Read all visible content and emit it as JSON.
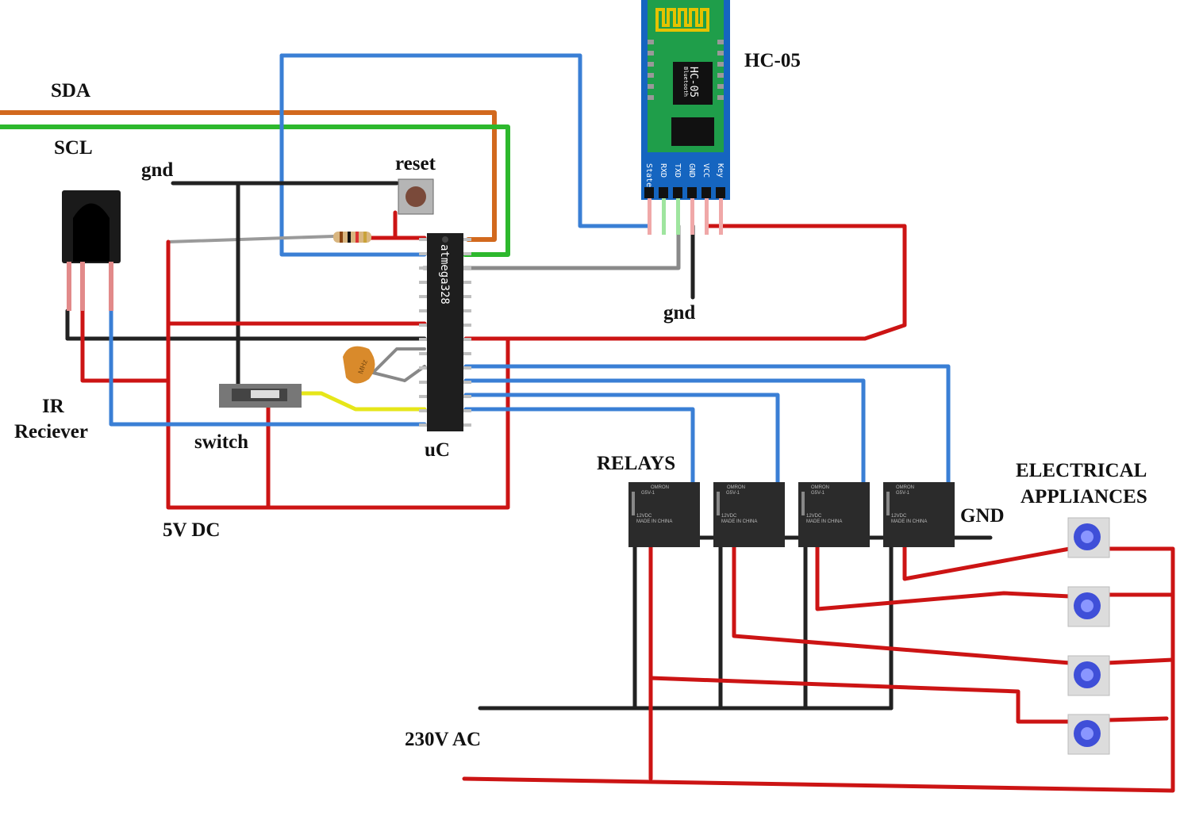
{
  "labels": {
    "sda": "SDA",
    "scl": "SCL",
    "gnd_top": "gnd",
    "reset": "reset",
    "hc05": "HC-05",
    "gnd_bt": "gnd",
    "ir_line1": "IR",
    "ir_line2": "Reciever",
    "switch": "switch",
    "uc": "uC",
    "relays": "RELAYS",
    "gnd_relays": "GND",
    "appliances_line1": "ELECTRICAL",
    "appliances_line2": "APPLIANCES",
    "power_dc": "5V DC",
    "power_ac": "230V AC"
  },
  "hc05_module": {
    "chip_text": "HC-05",
    "chip_subtext": "Bluetooth",
    "pins": [
      "State",
      "RXD",
      "TXD",
      "GND",
      "VCC",
      "Key"
    ]
  },
  "microcontroller": {
    "chip_text": "atmega328"
  },
  "crystal": {
    "text": "MHz"
  },
  "relay_modules": [
    {
      "brand": "OMRON",
      "model": "G5V-1",
      "rating": "12VDC",
      "origin": "MADE IN CHINA"
    },
    {
      "brand": "OMRON",
      "model": "G5V-1",
      "rating": "12VDC",
      "origin": "MADE IN CHINA"
    },
    {
      "brand": "OMRON",
      "model": "G5V-1",
      "rating": "12VDC",
      "origin": "MADE IN CHINA"
    },
    {
      "brand": "OMRON",
      "model": "G5V-1",
      "rating": "12VDC",
      "origin": "MADE IN CHINA"
    }
  ],
  "colors": {
    "sda_wire": "#d2691e",
    "scl_wire": "#2db82d",
    "power_wire": "#cc1414",
    "ground_wire": "#222222",
    "signal_wire": "#3a7fd5",
    "reset_wire": "#999999",
    "switch_wire": "#e6e619",
    "pcb_green": "#1f9e4a",
    "pcb_blue": "#1565c0",
    "relay_body": "#2b2b2b",
    "bulb": "#3f4fd8"
  }
}
